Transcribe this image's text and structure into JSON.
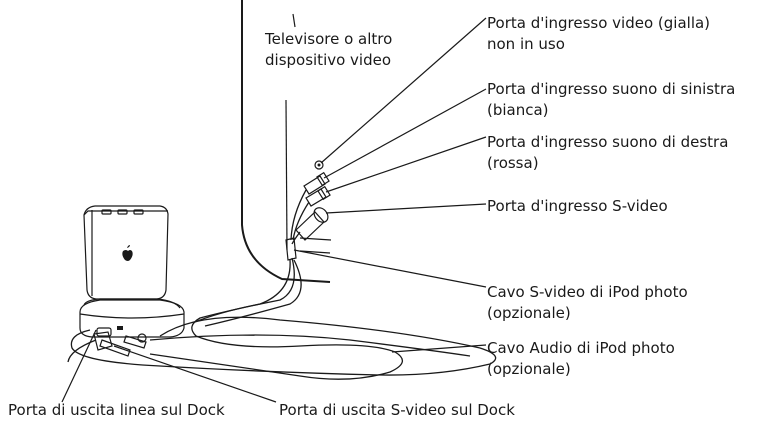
{
  "labels": {
    "tv": [
      "Televisore o altro",
      "dispositivo video"
    ],
    "video_in": [
      "Porta d'ingresso video (gialla)",
      "non in uso"
    ],
    "audio_left": [
      "Porta d'ingresso suono di sinistra",
      "(bianca)"
    ],
    "audio_right": [
      "Porta d'ingresso suono di destra",
      "(rossa)"
    ],
    "svideo_in": [
      "Porta d'ingresso S-video"
    ],
    "svideo_cable": [
      "Cavo S-video di iPod photo",
      "(opzionale)"
    ],
    "audio_cable": [
      "Cavo Audio di iPod photo",
      "(opzionale)"
    ],
    "dock_line_out": [
      "Porta di uscita linea sul Dock"
    ],
    "dock_svideo_out": [
      "Porta di uscita S-video sul Dock"
    ]
  }
}
